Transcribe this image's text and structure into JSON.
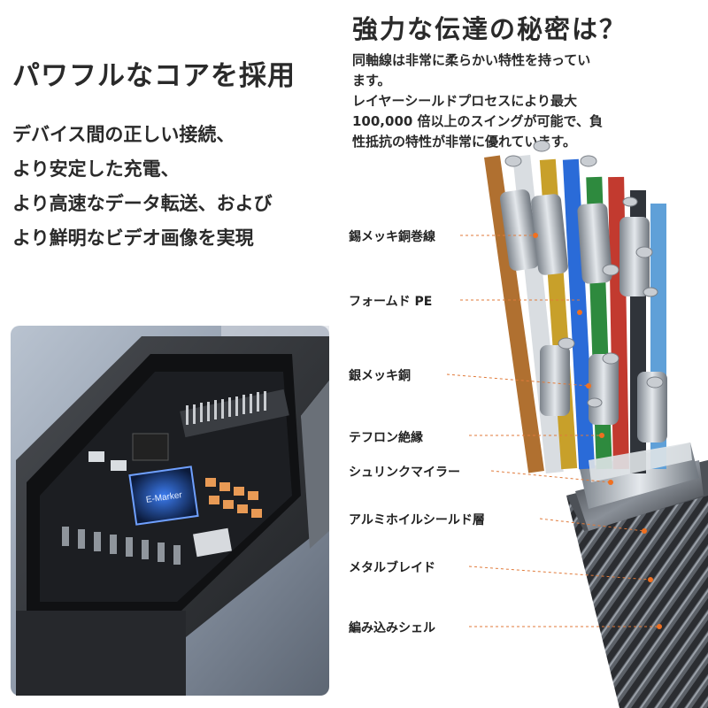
{
  "left": {
    "title": "パワフルなコアを採用",
    "lines": [
      "デバイス間の正しい接続、",
      "より安定した充電、",
      "より高速なデータ転送、および",
      "より鮮明なビデオ画像を実現"
    ]
  },
  "right": {
    "title": "強力な伝達の秘密は？",
    "paragraph": [
      "同軸線は非常に柔らかい特性を持ってい",
      "ます。",
      "レイヤーシールドプロセスにより最大",
      "100,000 倍以上のスイングが可能で、負",
      "性抵抗の特性が非常に優れています。"
    ]
  },
  "cable_layers": [
    "錫メッキ銅巻線",
    "フォームド PE",
    "銀メッキ銅",
    "テフロン絶縁",
    "シュリンクマイラー",
    "アルミホイルシールド層",
    "メタルブレイド",
    "編み込みシェル"
  ],
  "chip": {
    "label": "E-Marker"
  },
  "colors": {
    "leader_line": "#e07a3a",
    "marker_dot": "#f07020",
    "chip_glow": "#2f6fe0",
    "chip_pad": "#e89a55"
  }
}
